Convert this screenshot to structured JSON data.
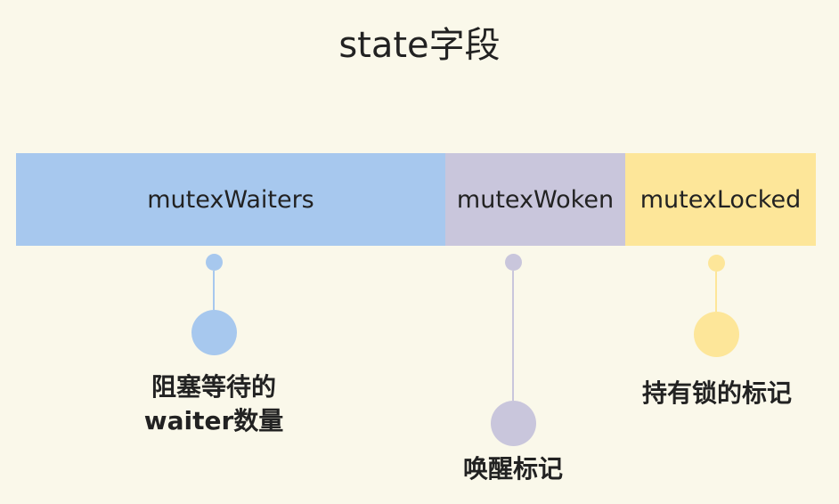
{
  "title": "state字段",
  "colors": {
    "background": "#faf8ea",
    "waiters": "#a7c8ee",
    "woken": "#c9c6dc",
    "locked": "#fde699"
  },
  "fields": [
    {
      "name": "mutexWaiters",
      "caption_line1": "阻塞等待的",
      "caption_line2": "waiter数量"
    },
    {
      "name": "mutexWoken",
      "caption_line1": "唤醒标记"
    },
    {
      "name": "mutexLocked",
      "caption_line1": "持有锁的标记"
    }
  ]
}
